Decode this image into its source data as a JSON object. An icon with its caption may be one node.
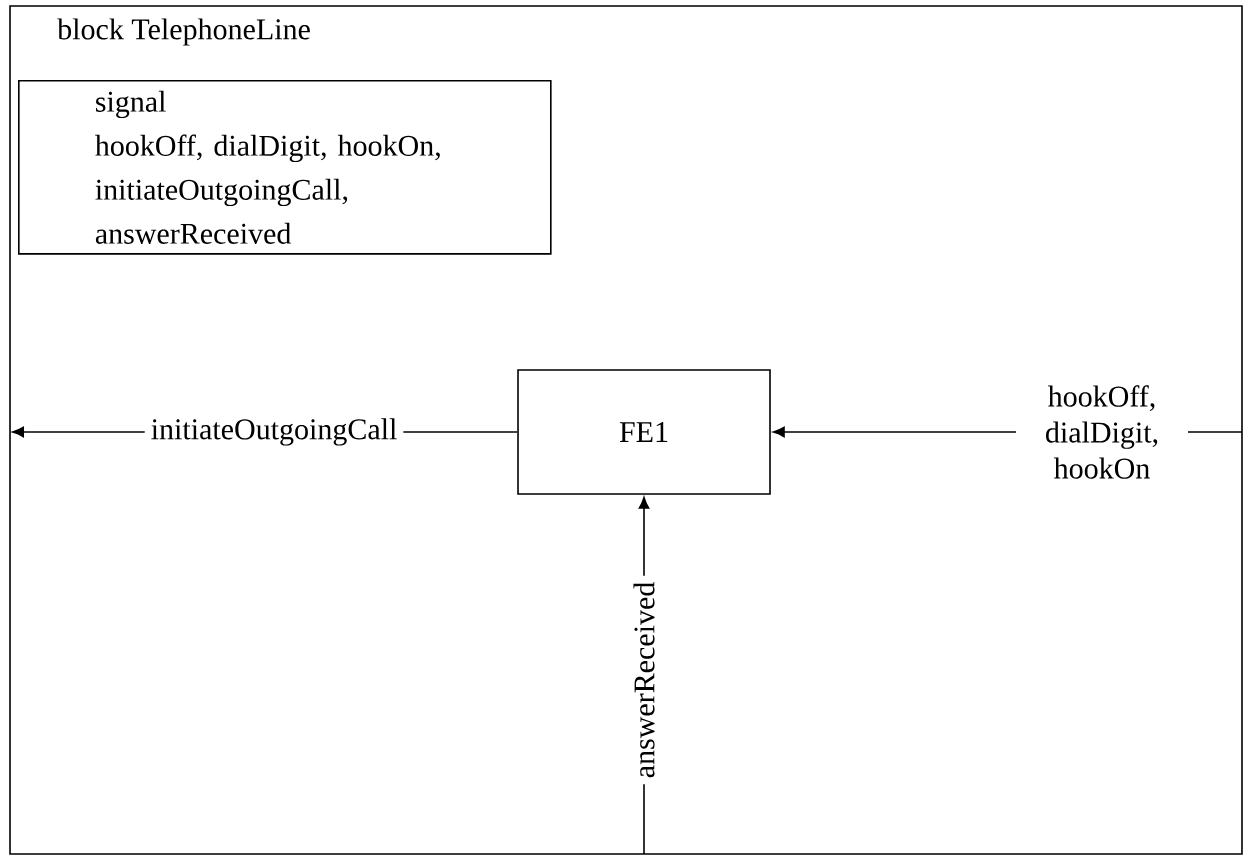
{
  "diagram": {
    "nodes": [
      {
        "text": [
          "block TelephoneLine"
        ]
      },
      {
        "text": [
          "signal",
          "hookOff, dialDigit, hookOn, initiateOutgoingCall, answerReceived"
        ],
        "in": 0
      },
      {
        "text": [
          "FE1"
        ],
        "in": 0
      }
    ],
    "edges": [
      {
        "from": 2,
        "to": null,
        "arrow": "to",
        "label": "initiateOutgoingCall"
      },
      {
        "from": null,
        "to": 2,
        "arrow": "to",
        "label": "hookOff, dialDigit, hookOn"
      },
      {
        "from": null,
        "to": 2,
        "arrow": "to",
        "label": "answerReceived"
      }
    ]
  }
}
